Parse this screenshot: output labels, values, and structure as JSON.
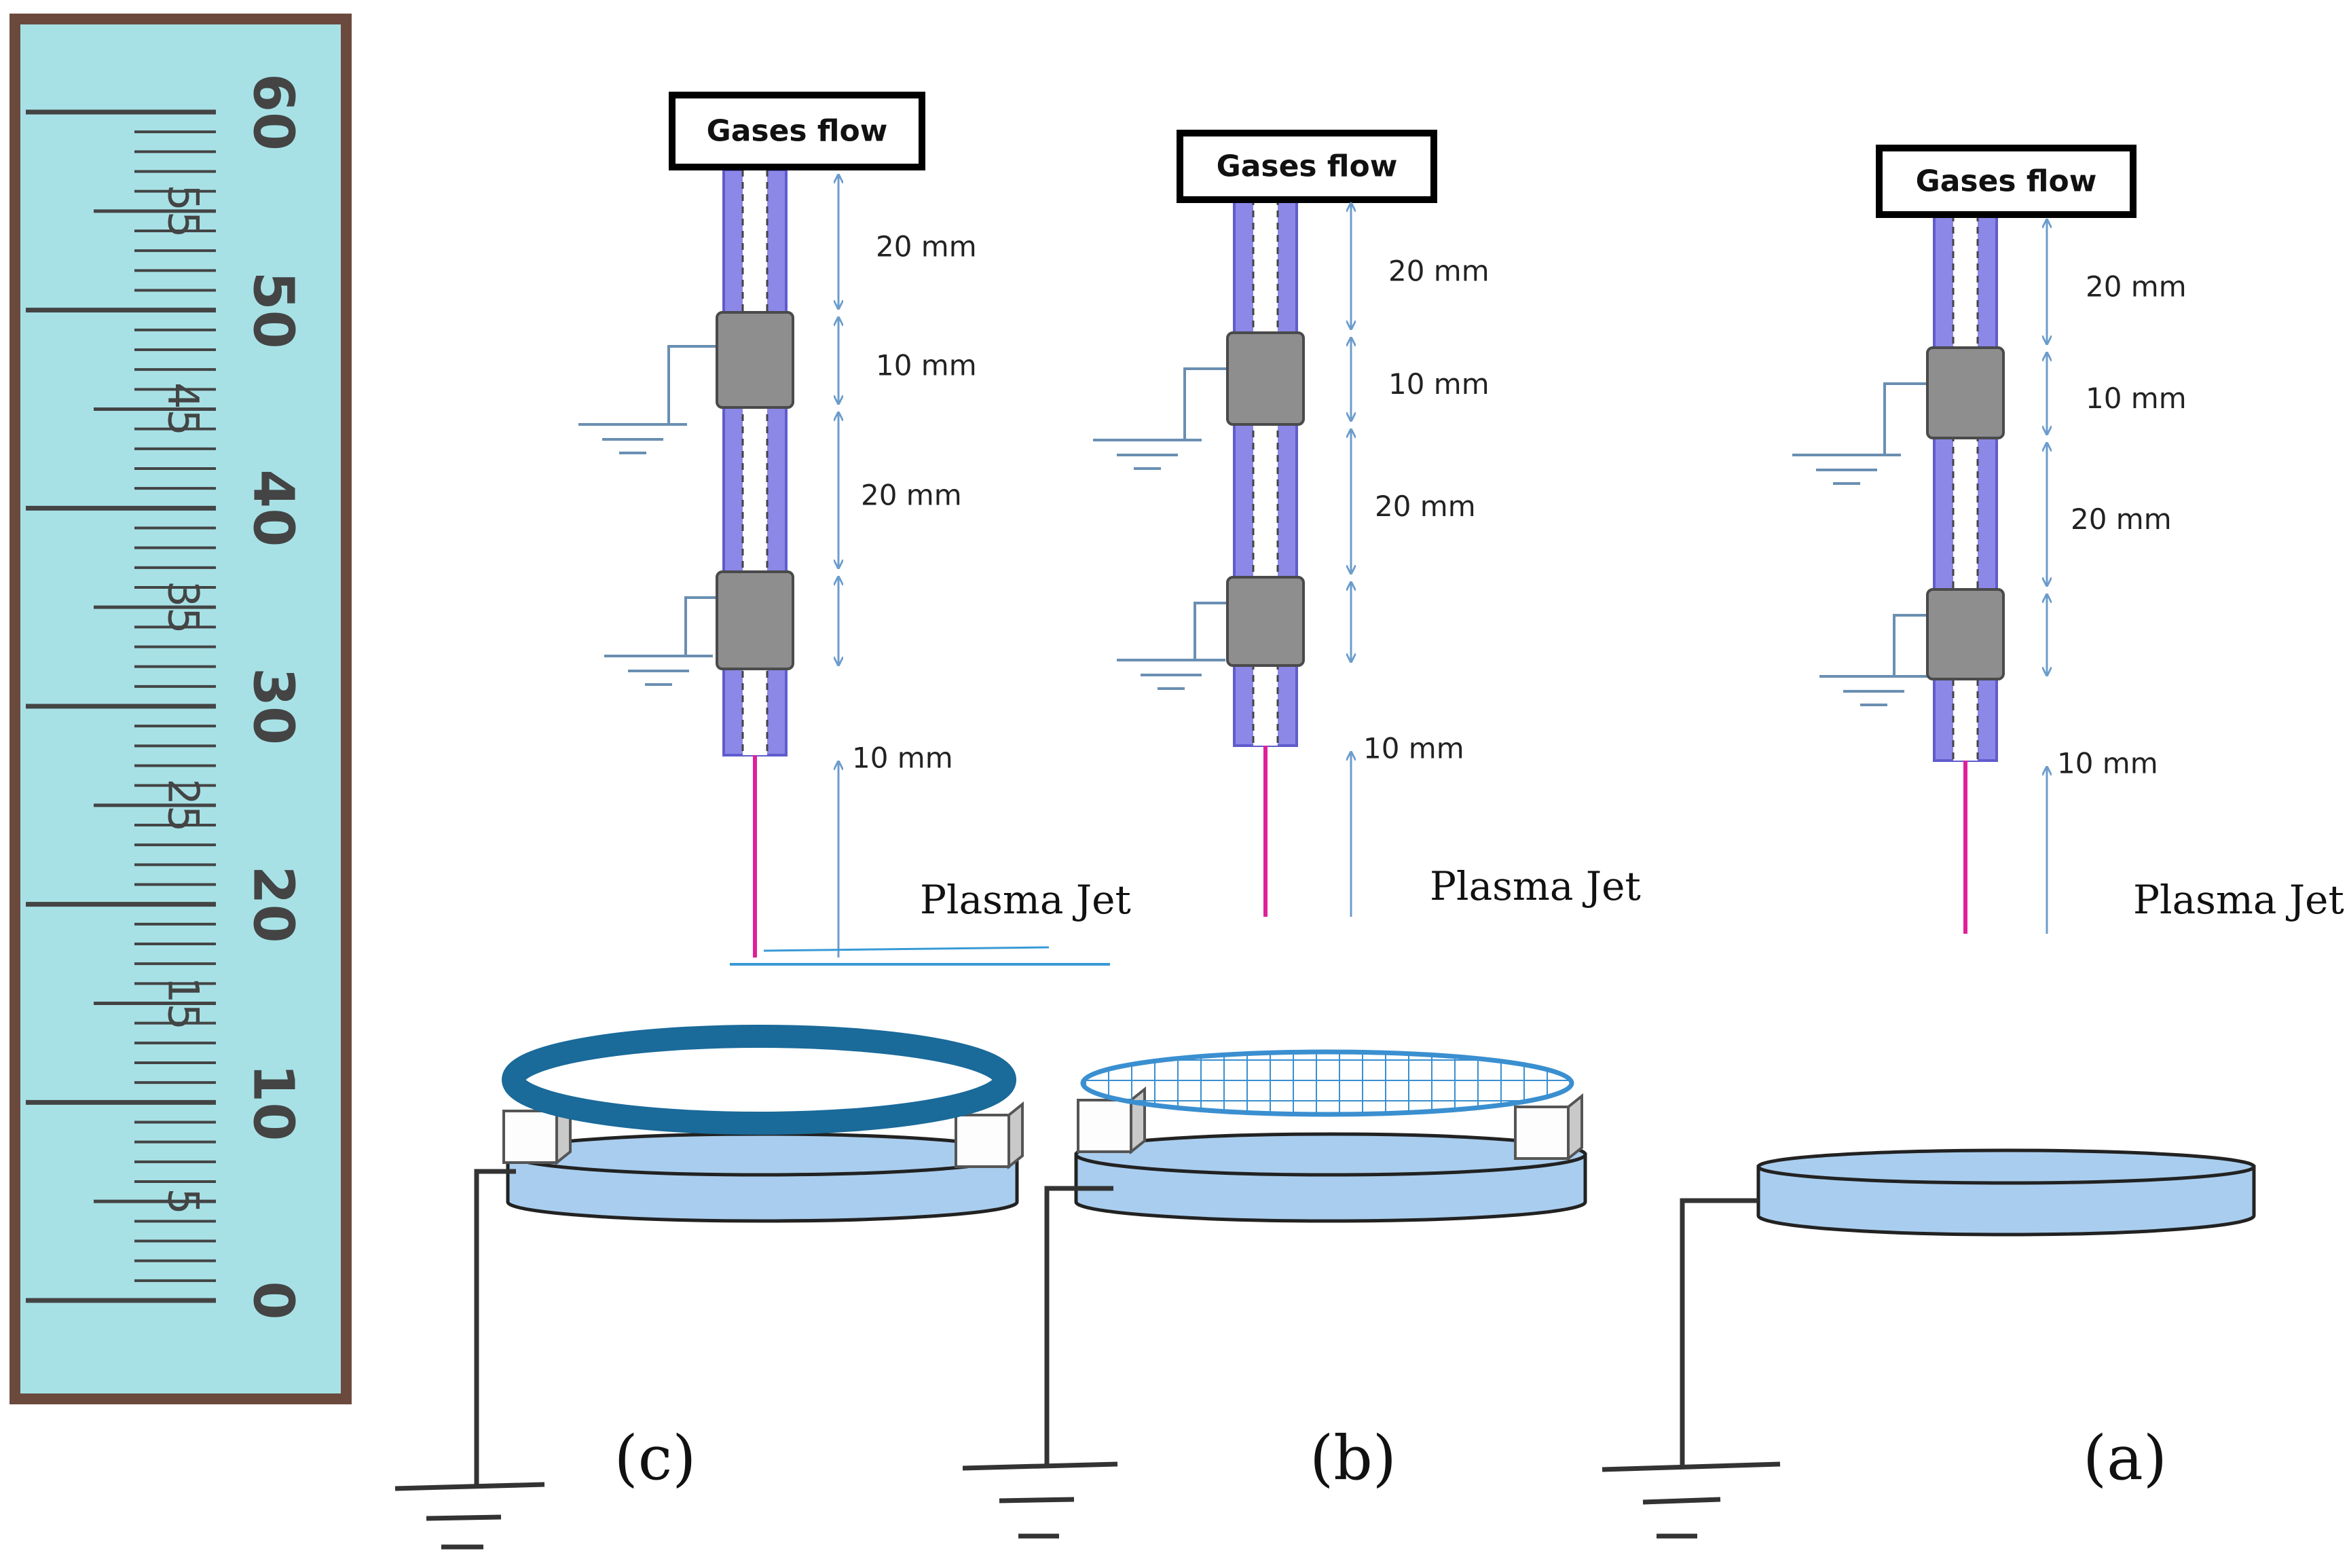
{
  "ruler": {
    "labels": [
      "0",
      "5",
      "10",
      "15",
      "20",
      "25",
      "30",
      "35",
      "40",
      "45",
      "50",
      "55",
      "60"
    ],
    "background_color": "#a7e1e6",
    "border_color": "#6b4a3d"
  },
  "devices": [
    {
      "id": "c",
      "header": "Gases flow",
      "dims": [
        "20 mm",
        "10 mm",
        "20 mm",
        "10 mm"
      ],
      "jet_label": "Plasma Jet",
      "panel_label": "(c)",
      "target": "thick ring electrode on dish"
    },
    {
      "id": "b",
      "header": "Gases flow",
      "dims": [
        "20 mm",
        "10 mm",
        "20 mm",
        "10 mm"
      ],
      "jet_label": "Plasma Jet",
      "panel_label": "(b)",
      "target": "mesh electrode on dish"
    },
    {
      "id": "a",
      "header": "Gases flow",
      "dims": [
        "20 mm",
        "10 mm",
        "20 mm",
        "10 mm"
      ],
      "jet_label": "Plasma Jet",
      "panel_label": "(a)",
      "target": "dish only"
    }
  ],
  "colors": {
    "tube": "#8b88e8",
    "tube_core": "#ffffff",
    "electrode": "#8e8e8e",
    "plasma": "#e0209a",
    "dimension_arrow": "#6c9ccc",
    "dish": "#a9cdee",
    "ring": "#1a6a9a",
    "mesh": "#3a8fd0",
    "wire": "#333333"
  }
}
